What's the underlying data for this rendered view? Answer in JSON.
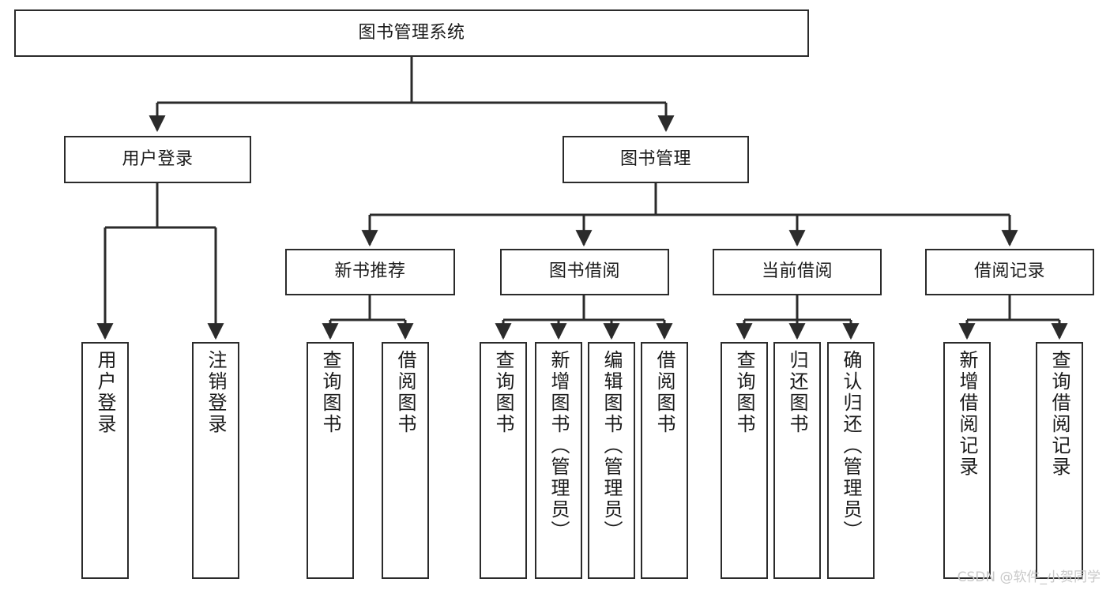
{
  "diagram": {
    "title": "图书管理系统",
    "watermark": "CSDN @软件_小贺同学",
    "line_color": "#2b2b2b",
    "box_fill": "#ffffff",
    "text_color": "#1a1a1a",
    "watermark_color": "#c9c9c9"
  },
  "nodes": {
    "root": {
      "label": "图书管理系统",
      "level": 1,
      "orientation": "horizontal"
    },
    "l2": [
      {
        "label": "用户登录",
        "level": 2,
        "orientation": "horizontal"
      },
      {
        "label": "图书管理",
        "level": 2,
        "orientation": "horizontal"
      }
    ],
    "l3": [
      {
        "label": "新书推荐",
        "level": 3,
        "orientation": "horizontal"
      },
      {
        "label": "图书借阅",
        "level": 3,
        "orientation": "horizontal"
      },
      {
        "label": "当前借阅",
        "level": 3,
        "orientation": "horizontal"
      },
      {
        "label": "借阅记录",
        "level": 3,
        "orientation": "horizontal"
      }
    ],
    "leaves_user_login": [
      {
        "label": "用户登录",
        "level": 3,
        "orientation": "vertical"
      },
      {
        "label": "注销登录",
        "level": 3,
        "orientation": "vertical"
      }
    ],
    "leaves_new_books": [
      {
        "label": "查询图书",
        "level": 4,
        "orientation": "vertical"
      },
      {
        "label": "借阅图书",
        "level": 4,
        "orientation": "vertical"
      }
    ],
    "leaves_borrow": [
      {
        "label": "查询图书",
        "level": 4,
        "orientation": "vertical"
      },
      {
        "label": "新增图书（管理员）",
        "level": 4,
        "orientation": "vertical"
      },
      {
        "label": "编辑图书（管理员）",
        "level": 4,
        "orientation": "vertical"
      },
      {
        "label": "借阅图书",
        "level": 4,
        "orientation": "vertical"
      }
    ],
    "leaves_current": [
      {
        "label": "查询图书",
        "level": 4,
        "orientation": "vertical"
      },
      {
        "label": "归还图书",
        "level": 4,
        "orientation": "vertical"
      },
      {
        "label": "确认归还（管理员）",
        "level": 4,
        "orientation": "vertical"
      }
    ],
    "leaves_records": [
      {
        "label": "新增借阅记录",
        "level": 4,
        "orientation": "vertical"
      },
      {
        "label": "查询借阅记录",
        "level": 4,
        "orientation": "vertical"
      }
    ]
  }
}
